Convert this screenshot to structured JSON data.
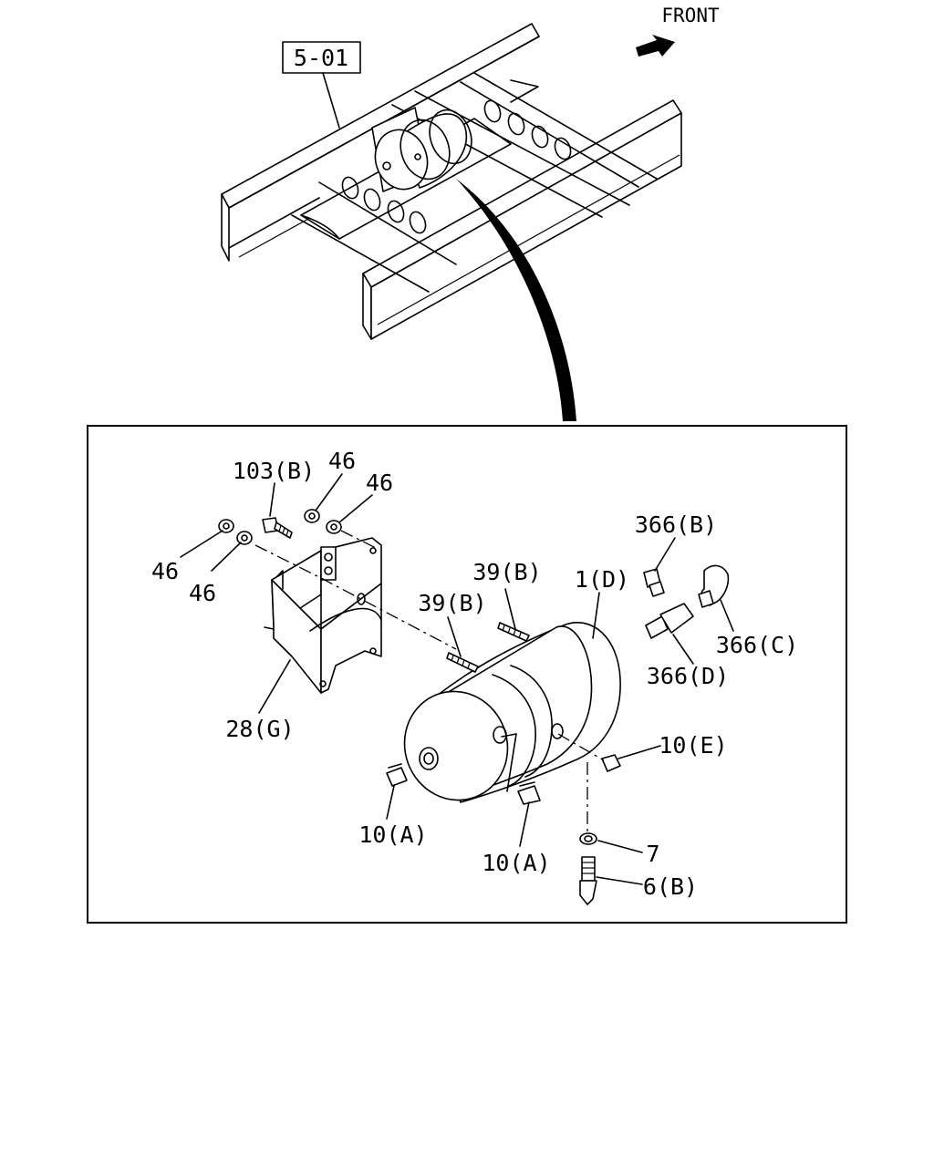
{
  "ref_box": "5-01",
  "direction": "FRONT",
  "callouts": {
    "bolt_103b": "103(B)",
    "nut_46_a": "46",
    "nut_46_b": "46",
    "nut_46_c": "46",
    "nut_46_d": "46",
    "fitting_366b": "366(B)",
    "fitting_366c": "366(C)",
    "fitting_366d": "366(D)",
    "tank_1d": "1(D)",
    "strap_39b_upper": "39(B)",
    "strap_39b_lower": "39(B)",
    "bracket_28g": "28(G)",
    "plug_10e": "10(E)",
    "plug_10a_left": "10(A)",
    "plug_10a_right": "10(A)",
    "washer_7": "7",
    "drain_valve_6b": "6(B)"
  }
}
